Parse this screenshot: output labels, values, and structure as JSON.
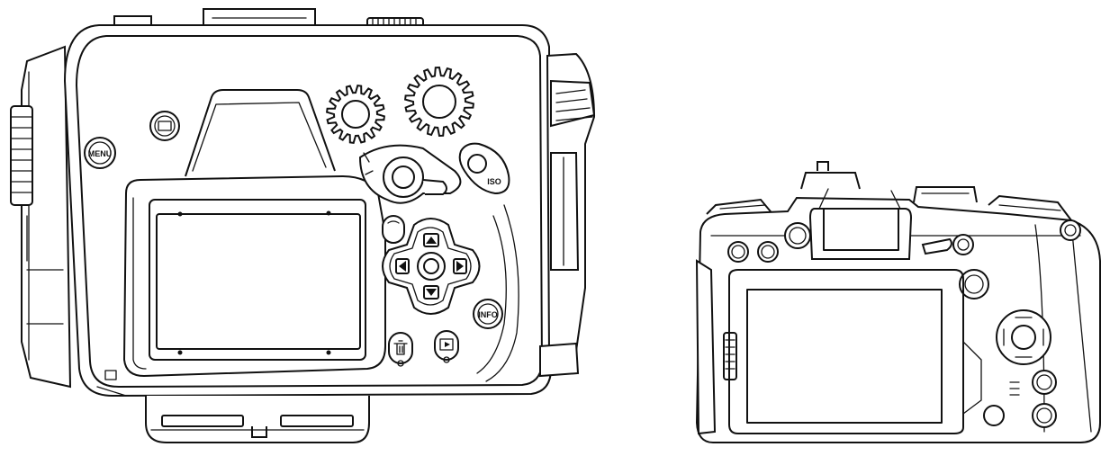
{
  "figure": {
    "housing": {
      "menu_label": "MENU",
      "iso_label": "ISO",
      "info_label": "INFO"
    },
    "camera": {}
  }
}
